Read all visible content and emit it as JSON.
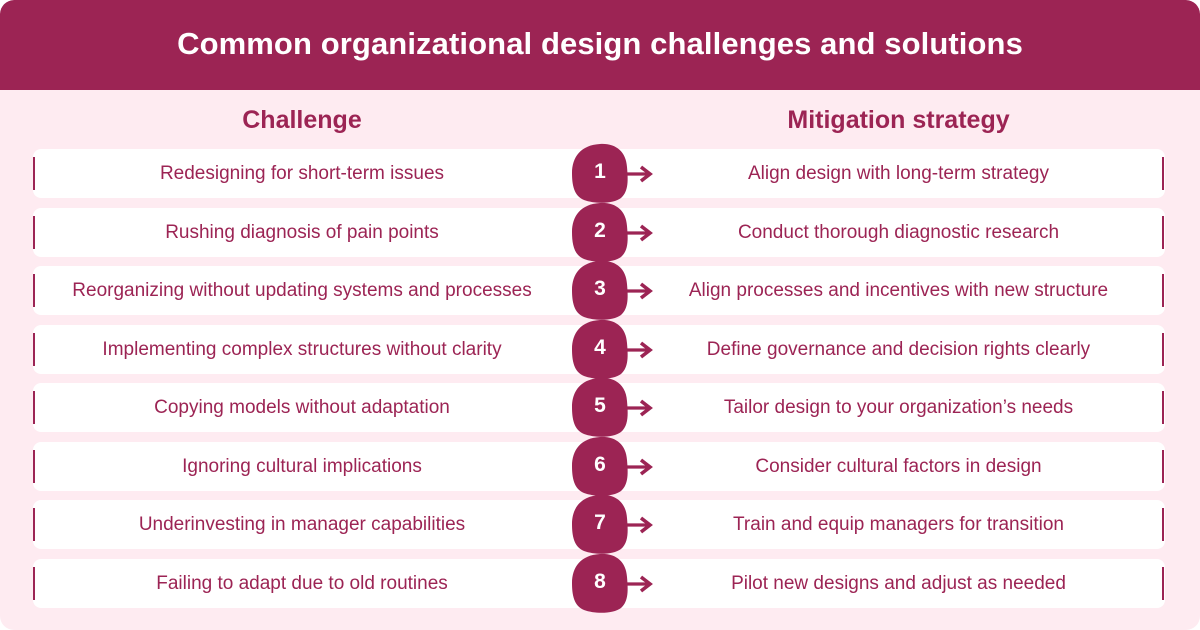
{
  "title": "Common organizational design challenges and solutions",
  "columns": {
    "challenge": "Challenge",
    "mitigation": "Mitigation strategy"
  },
  "colors": {
    "accent": "#9c2454",
    "background": "#feebf1",
    "row": "#ffffff",
    "title_text": "#ffffff"
  },
  "rows": [
    {
      "num": "1",
      "challenge": "Redesigning for short-term issues",
      "mitigation": "Align design with long-term strategy"
    },
    {
      "num": "2",
      "challenge": "Rushing diagnosis of pain points",
      "mitigation": "Conduct thorough diagnostic research"
    },
    {
      "num": "3",
      "challenge": "Reorganizing without updating systems and processes",
      "mitigation": "Align processes and incentives with new structure"
    },
    {
      "num": "4",
      "challenge": "Implementing complex structures without clarity",
      "mitigation": "Define governance and decision rights clearly"
    },
    {
      "num": "5",
      "challenge": "Copying models without adaptation",
      "mitigation": "Tailor design to your organization’s needs"
    },
    {
      "num": "6",
      "challenge": "Ignoring cultural implications",
      "mitigation": "Consider cultural factors in design"
    },
    {
      "num": "7",
      "challenge": "Underinvesting in manager capabilities",
      "mitigation": "Train and equip managers for transition"
    },
    {
      "num": "8",
      "challenge": "Failing to adapt due to old routines",
      "mitigation": "Pilot new designs and adjust as needed"
    }
  ]
}
